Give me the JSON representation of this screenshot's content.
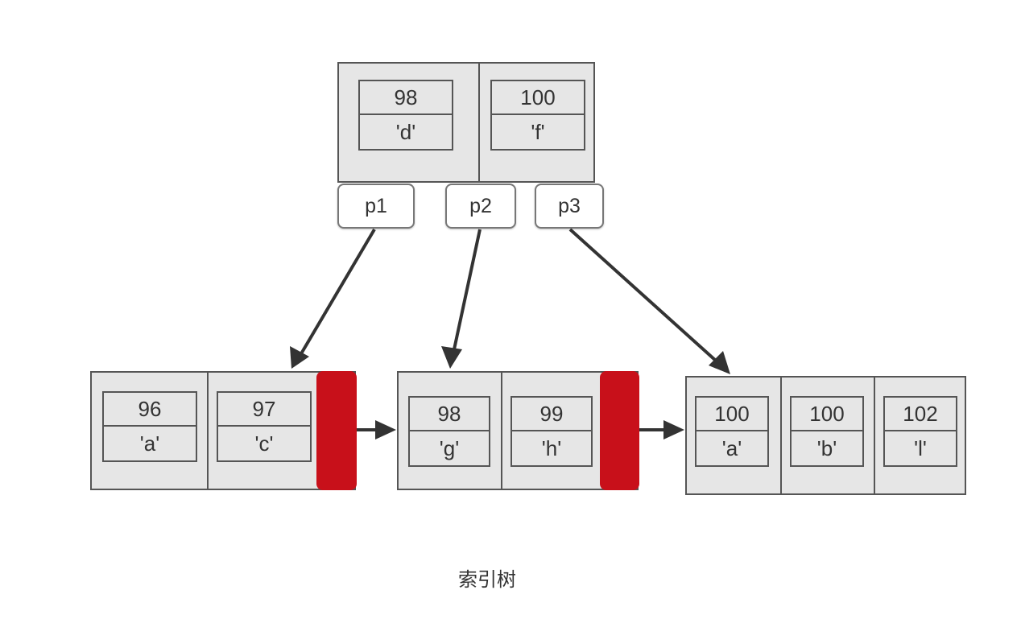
{
  "colors": {
    "node_fill": "#e6e6e6",
    "node_border": "#555555",
    "link_tab": "#c8101a",
    "arrow": "#333333"
  },
  "root": {
    "entries": [
      {
        "key": "98",
        "value": "'d'"
      },
      {
        "key": "100",
        "value": "'f'"
      }
    ],
    "pointers": [
      "p1",
      "p2",
      "p3"
    ]
  },
  "leaves": [
    {
      "entries": [
        {
          "key": "96",
          "value": "'a'"
        },
        {
          "key": "97",
          "value": "'c'"
        }
      ]
    },
    {
      "entries": [
        {
          "key": "98",
          "value": "'g'"
        },
        {
          "key": "99",
          "value": "'h'"
        }
      ]
    },
    {
      "entries": [
        {
          "key": "100",
          "value": "'a'"
        },
        {
          "key": "100",
          "value": "'b'"
        },
        {
          "key": "102",
          "value": "'l'"
        }
      ]
    }
  ],
  "caption": "索引树"
}
